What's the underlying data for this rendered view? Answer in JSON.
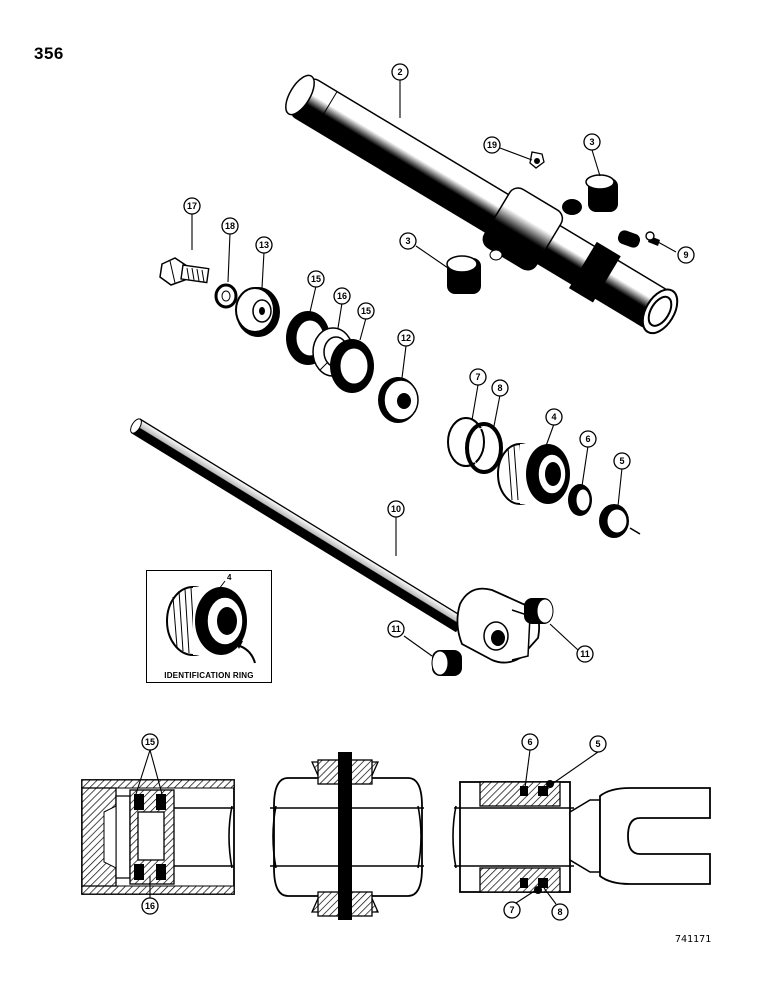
{
  "page_number": "356",
  "drawing_code": "741171",
  "inset": {
    "callout": "4",
    "caption": "IDENTIFICATION RING"
  },
  "callouts": {
    "c2": "2",
    "c3a": "3",
    "c3b": "3",
    "c19": "19",
    "c9": "9",
    "c17": "17",
    "c18": "18",
    "c13": "13",
    "c15a": "15",
    "c16a": "16",
    "c15b": "15",
    "c12": "12",
    "c7": "7",
    "c8": "8",
    "c4": "4",
    "c6": "6",
    "c5": "5",
    "c10": "10",
    "c11a": "11",
    "c11b": "11",
    "s15": "15",
    "s16": "16",
    "s6": "6",
    "s5": "5",
    "s7": "7",
    "s8": "8"
  }
}
